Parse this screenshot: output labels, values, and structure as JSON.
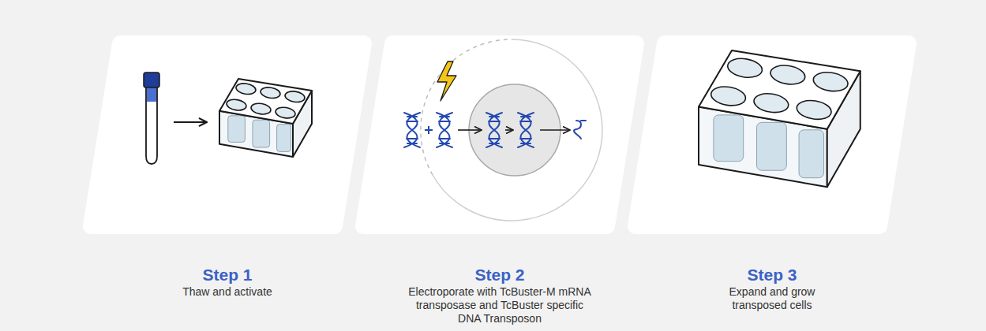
{
  "diagram": {
    "nodes": [
      {
        "text": [
          "Step 1",
          "Thaw and activate"
        ]
      },
      {
        "text": [
          "Step 2",
          "Electroporate with TcBuster-M mRNA transposase and TcBuster specific DNA Transposon"
        ]
      },
      {
        "text": [
          "Step 3",
          "Expand and grow transposed cells"
        ]
      }
    ]
  }
}
